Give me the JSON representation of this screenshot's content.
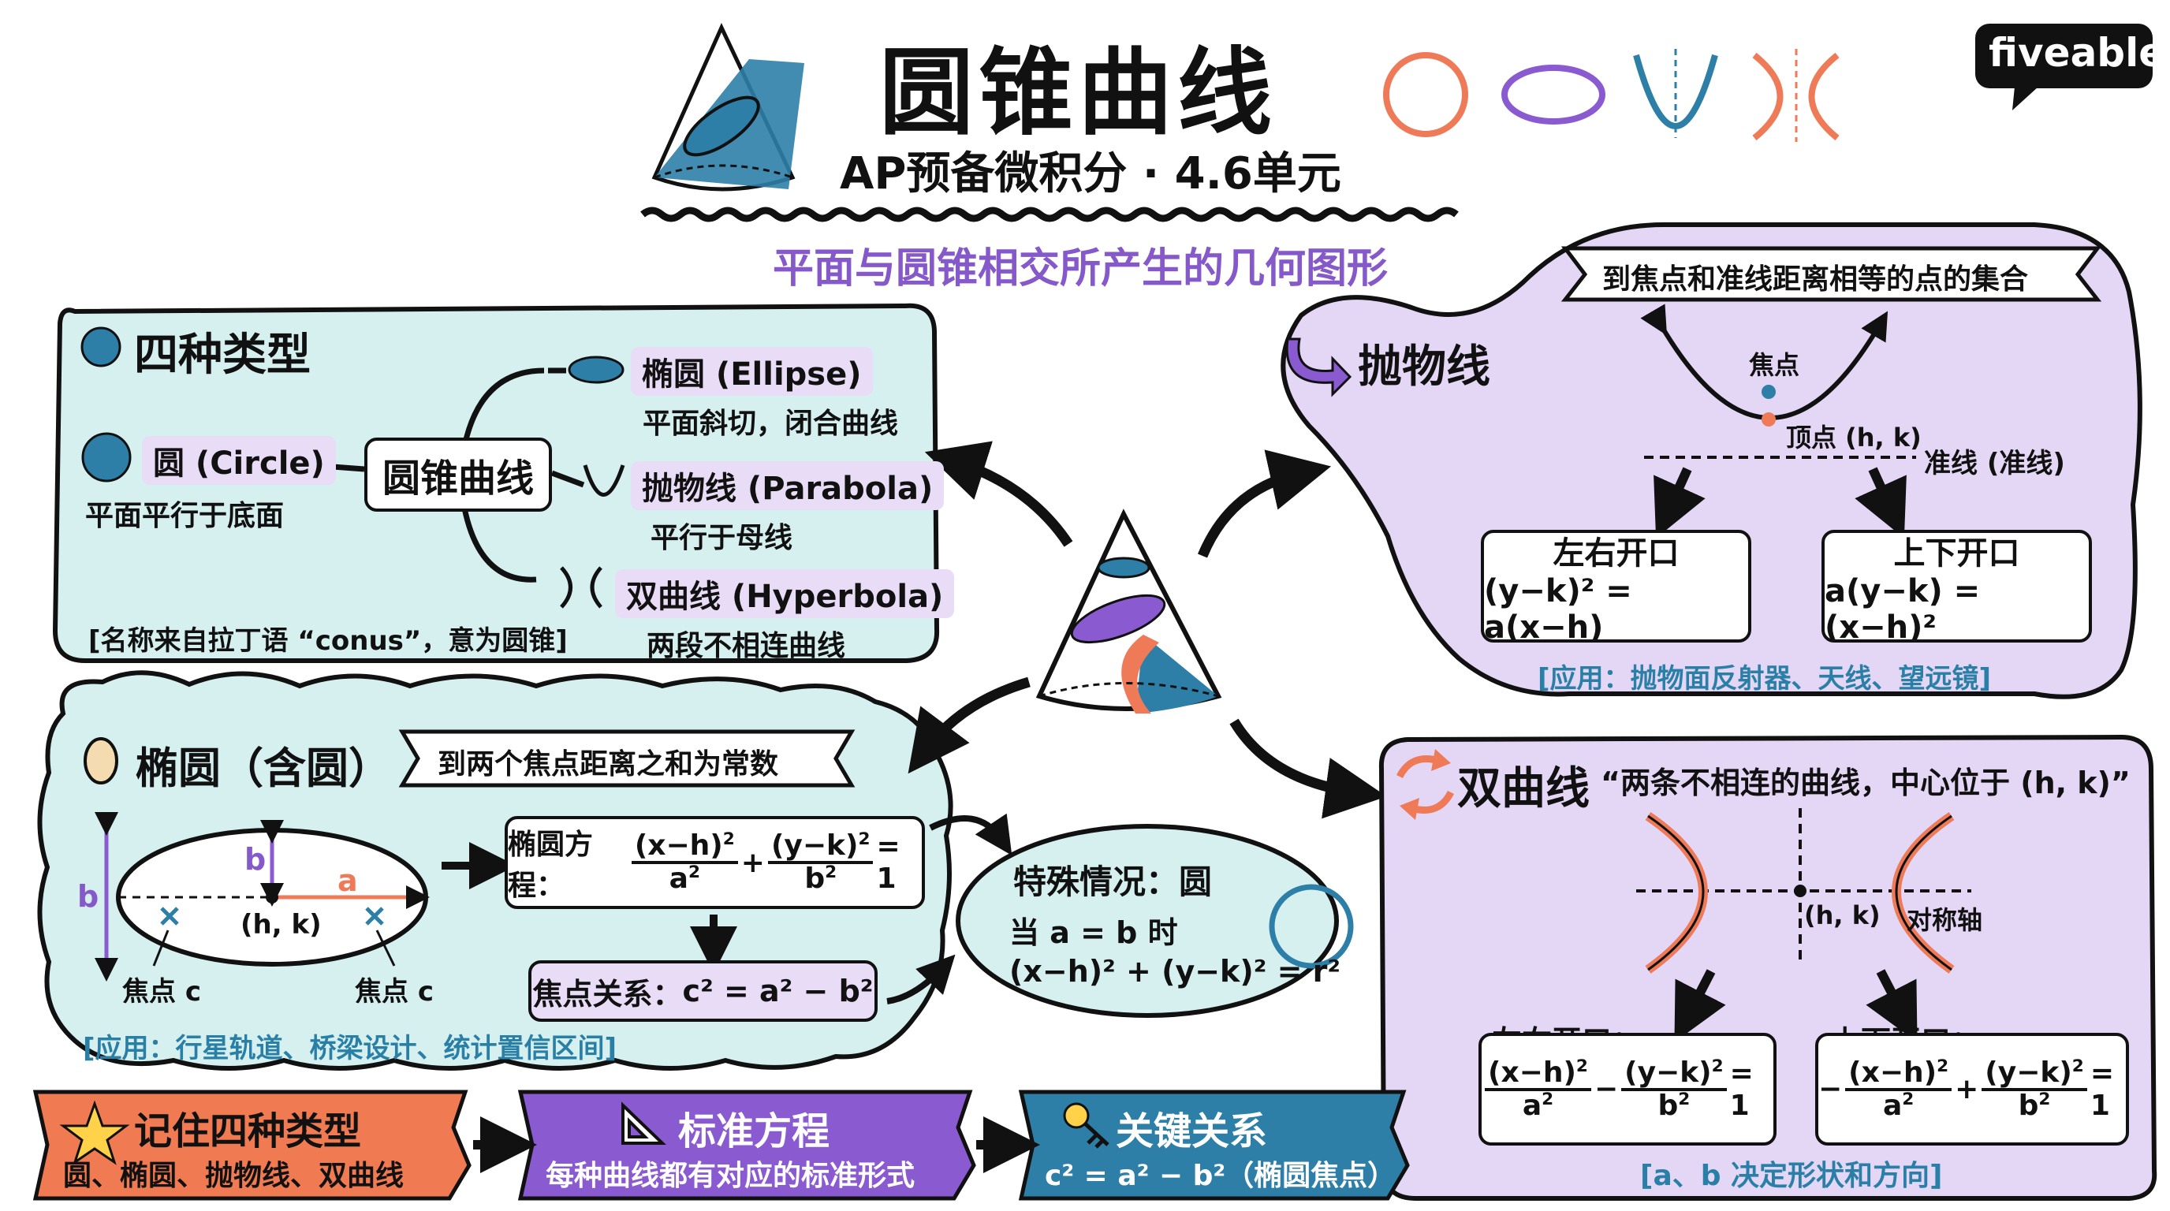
{
  "header": {
    "title": "圆锥曲线",
    "subtitle": "AP预备微积分 · 4.6单元",
    "tagline": "平面与圆锥相交所产生的几何图形",
    "brand": "fiveable"
  },
  "four_types": {
    "heading": "四种类型",
    "center": "圆锥曲线",
    "circle": {
      "label": "圆 (Circle)",
      "desc": "平面平行于底面"
    },
    "ellipse": {
      "label": "椭圆 (Ellipse)",
      "desc": "平面斜切，闭合曲线"
    },
    "parabola": {
      "label": "抛物线 (Parabola)",
      "desc": "平行于母线"
    },
    "hyperbola": {
      "label": "双曲线 (Hyperbola)",
      "desc": "两段不相连曲线"
    },
    "note": "[名称来自拉丁语 “conus”，意为圆锥]"
  },
  "ellipse": {
    "heading": "椭圆（含圆）",
    "banner": "到两个焦点距离之和为常数",
    "label_b": "b",
    "label_b2": "b",
    "label_a": "a",
    "center": "(h, k)",
    "focus_left": "焦点 c",
    "focus_right": "焦点 c",
    "equation_label": "椭圆方程：",
    "eq_num1": "(x−h)",
    "eq_den1": "a",
    "eq_num2": "(y−k)",
    "eq_den2": "b",
    "eq_rhs": "= 1",
    "focus_relation_label": "焦点关系：",
    "focus_relation": "c² = a² − b²",
    "applications": "[应用：行星轨道、桥梁设计、统计置信区间]"
  },
  "special_case": {
    "title": "特殊情况：圆",
    "line1": "当 a = b 时",
    "line2": "(x−h)² + (y−k)² = r²"
  },
  "parabola": {
    "heading": "抛物线",
    "banner": "到焦点和准线距离相等的点的集合",
    "focus": "焦点",
    "vertex": "顶点 (h, k)",
    "directrix": "准线 (准线)",
    "left_right_title": "左右开口",
    "left_right_eq": "(y−k)² = a(x−h)",
    "up_down_title": "上下开口",
    "up_down_eq": "a(y−k) = (x−h)²",
    "applications": "[应用：抛物面反射器、天线、望远镜]"
  },
  "hyperbola": {
    "heading": "双曲线",
    "quote": "“两条不相连的曲线，中心位于 (h, k)”",
    "center": "(h, k)",
    "axis": "对称轴",
    "left_right_title": "左右开口：",
    "up_down_title": "上下开口：",
    "lr_num1": "(x−h)",
    "lr_den1": "a",
    "lr_op": "−",
    "lr_num2": "(y−k)",
    "lr_den2": "b",
    "ud_lead": "−",
    "ud_num1": "(x−h)",
    "ud_den1": "a",
    "ud_op": "+",
    "ud_num2": "(y−k)",
    "ud_den2": "b",
    "rhs": "= 1",
    "note": "[a、b 决定形状和方向]"
  },
  "footer": [
    {
      "title": "记住四种类型",
      "sub": "圆、椭圆、抛物线、双曲线",
      "icon": "star-icon",
      "color": "#f07b52"
    },
    {
      "title": "标准方程",
      "sub": "每种曲线都有对应的标准形式",
      "icon": "set-square-icon",
      "color": "#8a5ad0"
    },
    {
      "title": "关键关系",
      "sub": "c² = a² − b²（椭圆焦点）",
      "icon": "key-icon",
      "color": "#2d7fa8"
    }
  ],
  "colors": {
    "teal_panel": "#d6f0f0",
    "purple_panel": "#e4d7f6",
    "orange": "#ef7a58",
    "purple": "#8a5ad0",
    "blue": "#2d7fa8"
  }
}
